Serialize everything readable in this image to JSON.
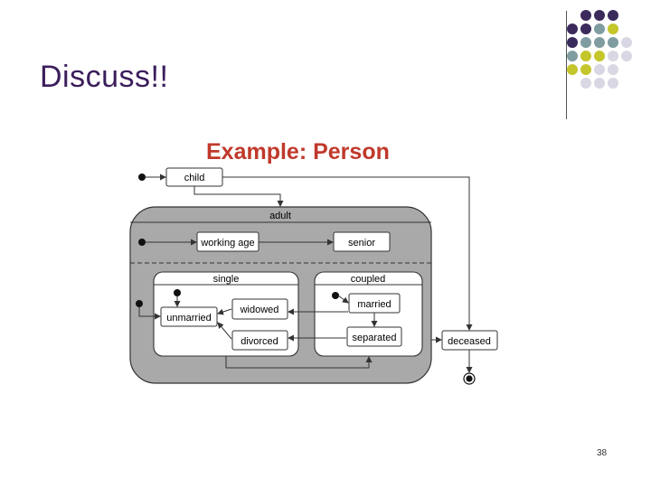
{
  "slide": {
    "title": "Discuss!!",
    "page_number": "38"
  },
  "decoration": {
    "dot_colors": [
      "#3b2a5c",
      "#7f9da0",
      "#c4c62b",
      "#d8d7e3"
    ]
  },
  "diagram": {
    "title": "Example: Person",
    "title_color": "#c0392b",
    "states": {
      "child": "child",
      "adult": "adult",
      "working_age": "working age",
      "senior": "senior",
      "single": "single",
      "coupled": "coupled",
      "unmarried": "unmarried",
      "widowed": "widowed",
      "divorced": "divorced",
      "married": "married",
      "separated": "separated",
      "deceased": "deceased"
    }
  }
}
